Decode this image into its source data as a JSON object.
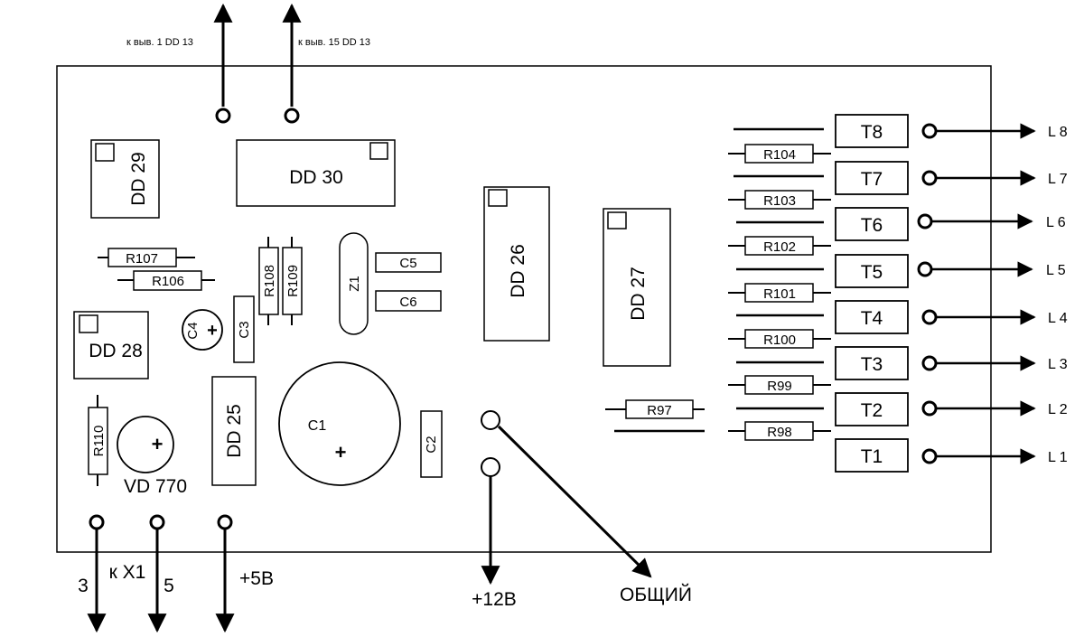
{
  "top_labels": {
    "dd13_pin1": "к выв. 1 DD 13",
    "dd13_pin15": "к выв. 15 DD 13"
  },
  "chips": {
    "dd30": "DD 30",
    "dd29": "DD 29",
    "dd28": "DD 28",
    "dd26": "DD 26",
    "dd27": "DD 27",
    "dd25": "DD 25"
  },
  "resistors": {
    "r107": "R107",
    "r106": "R106",
    "r108": "R108",
    "r109": "R109",
    "r110": "R110",
    "r97": "R97",
    "r98": "R98",
    "r99": "R99",
    "r100": "R100",
    "r101": "R101",
    "r102": "R102",
    "r103": "R103",
    "r104": "R104"
  },
  "capacitors": {
    "c1": "C1",
    "c2": "C2",
    "c3": "C3",
    "c4": "C4",
    "c5": "C5",
    "c6": "C6",
    "plus": "+"
  },
  "crystal": "Z1",
  "diode": "VD 770",
  "transistors": [
    "T8",
    "T7",
    "T6",
    "T5",
    "T4",
    "T3",
    "T2",
    "T1"
  ],
  "outputs": [
    "L 8",
    "L 7",
    "L 6",
    "L 5",
    "L 4",
    "L 3",
    "L 2",
    "L 1"
  ],
  "bottom": {
    "pin3": "3",
    "pin5": "5",
    "x1": "к X1",
    "plus5": "+5В",
    "plus12": "+12В",
    "common": "ОБЩИЙ"
  }
}
